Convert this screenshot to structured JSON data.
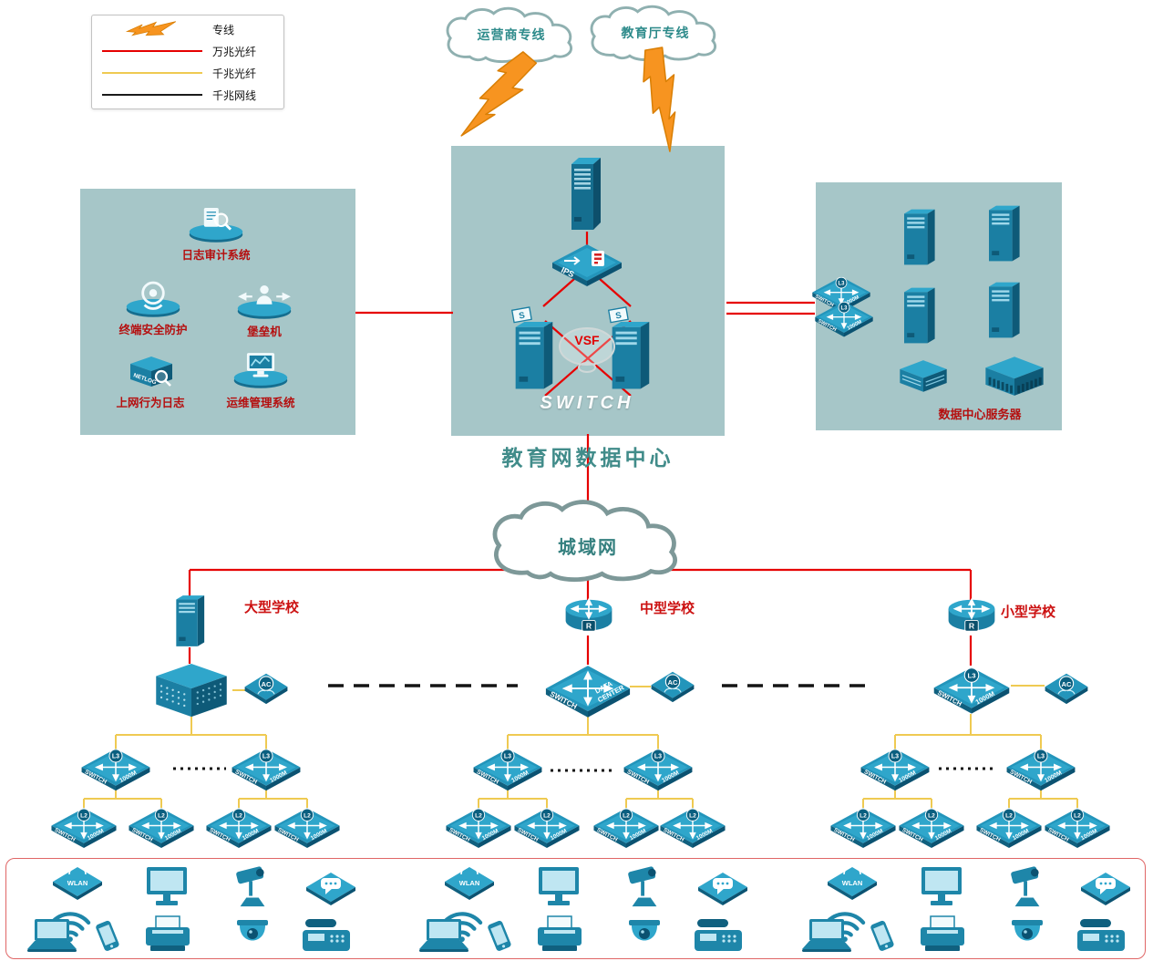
{
  "legend": {
    "items": [
      {
        "label": "专线"
      },
      {
        "label": "万兆光纤"
      },
      {
        "label": "千兆光纤"
      },
      {
        "label": "千兆网线"
      }
    ]
  },
  "clouds": {
    "carrier": "运营商专线",
    "education": "教育厅专线",
    "man": "城域网"
  },
  "data_center": {
    "title": "教育网数据中心",
    "vsf_label": "VSF",
    "ips_label": "IPS",
    "switch_label": "SWITCH",
    "server_flag": "S"
  },
  "security_panel": {
    "items": [
      "日志审计系统",
      "终端安全防护",
      "堡垒机",
      "上网行为日志",
      "运维管理系统"
    ],
    "netlog_label": "NETLOG"
  },
  "server_panel": {
    "label": "数据中心服务器",
    "switch_label": "SWITCH 1000M",
    "switch_badge": "L3"
  },
  "schools": [
    {
      "name": "大型学校",
      "ac": "AC"
    },
    {
      "name": "中型学校",
      "ac": "AC",
      "router_badge": "R",
      "core_label": "SWITCH",
      "core_sublabel": "DATA CENTER"
    },
    {
      "name": "小型学校",
      "ac": "AC",
      "router_badge": "R",
      "core_label": "SWITCH 1000M",
      "core_badge": "L3"
    }
  ],
  "access": {
    "l3_badge": "L3",
    "l2_badge": "L2",
    "switch_label": "SWITCH 1000M"
  },
  "endpoint_devices": {
    "wlan_label": "WLAN",
    "icons": [
      "wlan-ap",
      "wifi-signal",
      "desktop-computer",
      "ptz-camera",
      "voice-chat",
      "laptop",
      "smartphone",
      "printer",
      "dome-camera",
      "fax-phone"
    ]
  },
  "colors": {
    "line_10g": "#e60000",
    "line_1g": "#efca52",
    "line_cable": "#1a1a1a",
    "panel_bg": "#a6c6c8",
    "device_teal": "#2395bb",
    "label_red": "#b50f0f",
    "label_teal": "#2e8b8b",
    "lightning_orange": "#f79420"
  }
}
